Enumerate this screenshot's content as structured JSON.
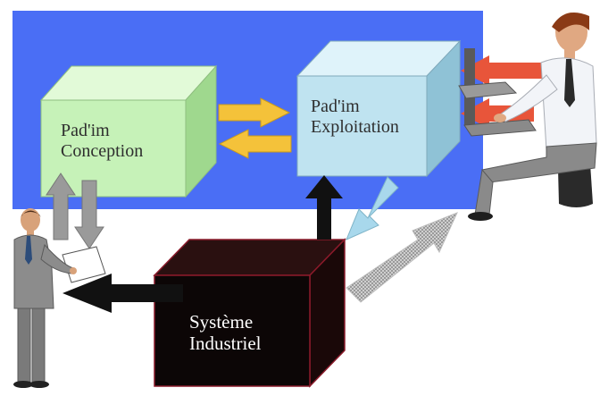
{
  "blocks": {
    "conception": {
      "line1": "Pad'im",
      "line2": "Conception"
    },
    "exploitation": {
      "line1": "Pad'im",
      "line2": "Exploitation"
    },
    "systeme": {
      "line1": "Système",
      "line2": "Industriel"
    }
  },
  "colors": {
    "background_panel": "#4a6ef5",
    "conception_box": "#c6f2b8",
    "exploitation_box": "#bfe3f0",
    "systeme_box": "#0c0606",
    "arrow_orange": "#f4c23a",
    "arrow_red": "#e8553a",
    "arrow_gray": "#9a9a9a",
    "arrow_black": "#111111",
    "arrow_lightblue": "#a8d8ec"
  }
}
